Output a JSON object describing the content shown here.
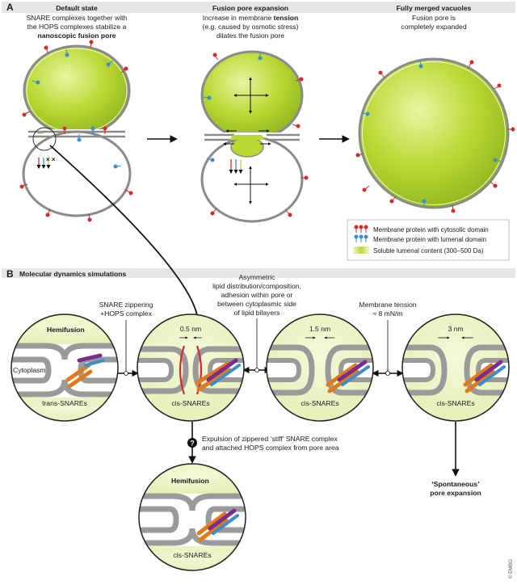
{
  "panel_a": {
    "letter": "A",
    "default_state": {
      "title": "Default state",
      "lines": [
        "SNARE complexes together with",
        "the HOPS complexes stabilize a"
      ],
      "bold_line": "nanoscopic fusion pore"
    },
    "expansion": {
      "title": "Fusion pore expansion",
      "line1_prefix": "Increase in membrane ",
      "line1_bold": "tension",
      "lines": [
        "(e.g. caused by osmotic stress)",
        "dilates the fusion pore"
      ]
    },
    "merged": {
      "title": "Fully merged vacuoles",
      "lines": [
        "Fusion pore is",
        "completely expanded"
      ]
    },
    "legend": [
      {
        "label": "Membrane protein with cytosolic domain",
        "color": "#d62a2a"
      },
      {
        "label": "Membrane protein with lumenal domain",
        "color": "#3a8fc9"
      },
      {
        "label": "Soluble lumenal content (300–500 Da)",
        "color": "#b9d832"
      }
    ]
  },
  "panel_b": {
    "letter": "B",
    "title": "Molecular dynamics simulations",
    "step1": [
      "SNARE zippering",
      "+HOPS complex"
    ],
    "step2": [
      "Asymmetric",
      "lipid distribution/composition,",
      "adhesion within pore or",
      "between cytoplasmic side",
      "of lipid bilayers"
    ],
    "step3": [
      "Membrane tension",
      "≈ 8 mN/m"
    ],
    "question_mark": "?",
    "expulsion": [
      "Expulsion of zippered ‘stiff’ SNARE complex",
      "and attached HOPS complex from pore area"
    ],
    "spontaneous": [
      "‘Spontaneous’",
      "pore expansion"
    ],
    "circles": [
      {
        "top": "Hemifusion",
        "left": "Cytoplasm",
        "bottom": "trans-SNAREs"
      },
      {
        "size": "0.5 nm",
        "bottom": "cis-SNAREs"
      },
      {
        "size": "1.5 nm",
        "bottom": "cis-SNAREs"
      },
      {
        "size": "3 nm",
        "bottom": "cis-SNAREs"
      },
      {
        "top": "Hemifusion",
        "bottom": "cis-SNAREs"
      }
    ]
  },
  "copyright": "© EMBO"
}
